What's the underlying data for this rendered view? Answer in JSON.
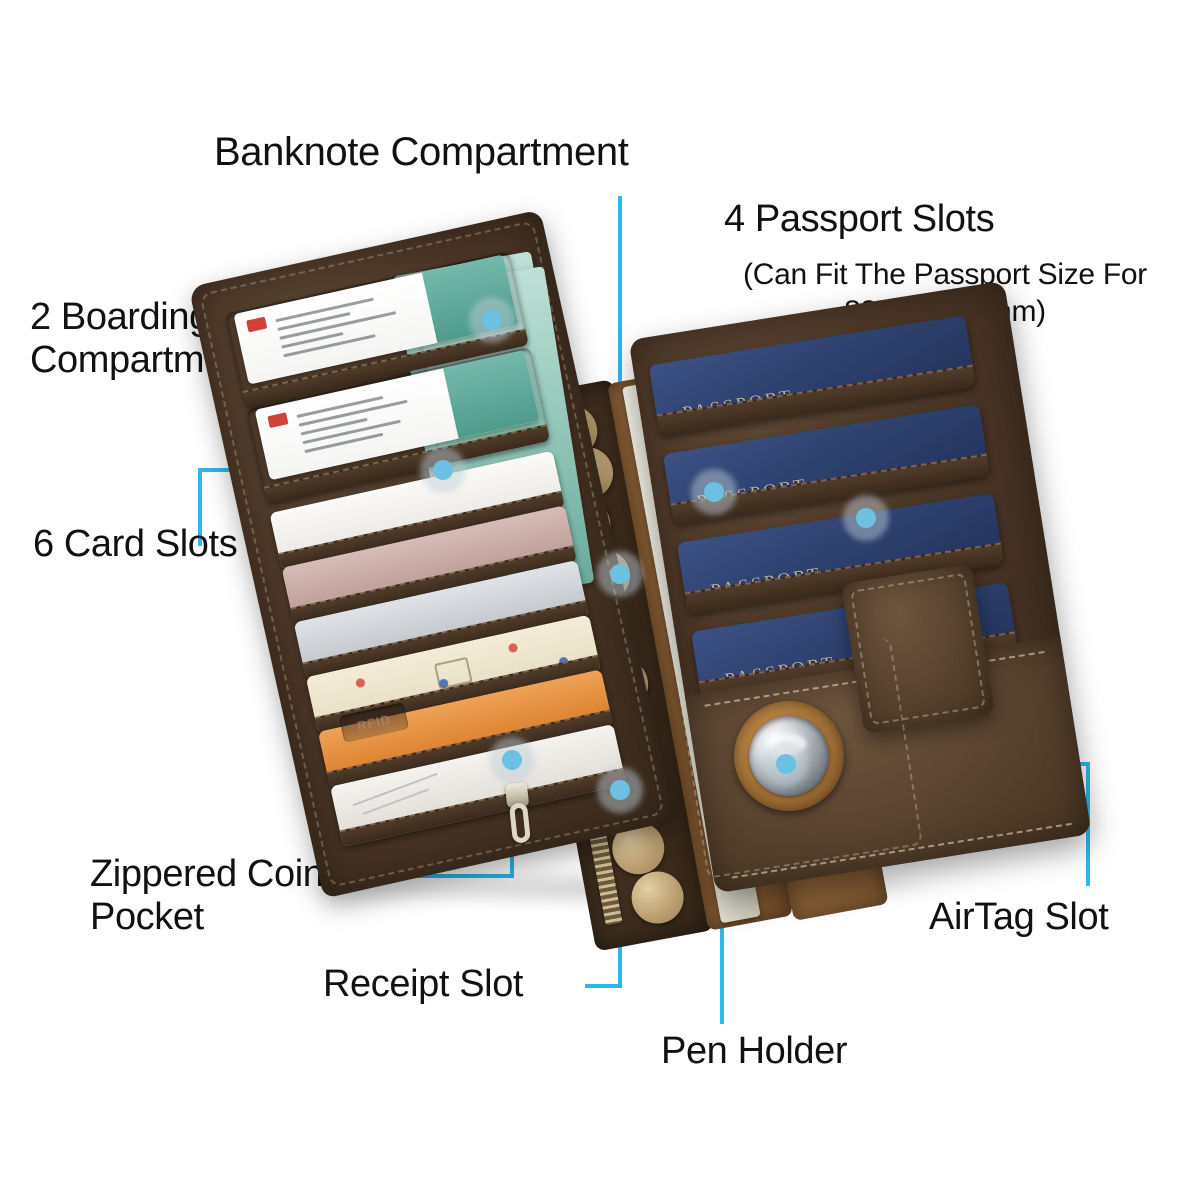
{
  "page": {
    "type": "product-feature-infographic",
    "product": "RFID leather passport travel wallet",
    "background_color": "#ffffff",
    "accent_color": "#22b6ee"
  },
  "callouts": [
    {
      "id": "banknote",
      "label": "Banknote Compartment",
      "position": "top-center"
    },
    {
      "id": "boarding-pass",
      "label": "2 Boarding Pass\nCompartments",
      "position": "left-upper"
    },
    {
      "id": "card-slots",
      "label": "6 Card Slots",
      "position": "left-middle"
    },
    {
      "id": "passport-slots",
      "label": "4 Passport Slots",
      "sublabel": "(Can Fit The Passport Size\nFor 88mm*125mm)",
      "position": "top-right"
    },
    {
      "id": "coin-pocket",
      "label": "Zippered Coin\nPocket",
      "position": "bottom-left"
    },
    {
      "id": "receipt-slot",
      "label": "Receipt Slot",
      "position": "bottom-center-left"
    },
    {
      "id": "pen-holder",
      "label": "Pen Holder",
      "position": "bottom-center"
    },
    {
      "id": "airtag-slot",
      "label": "AirTag Slot",
      "position": "bottom-right"
    }
  ],
  "product_details": {
    "emboss_text": "RFID",
    "passport_text": "PASSPORT",
    "passport_count": 4,
    "card_slot_count": 6,
    "boarding_pass_count": 2,
    "passport_fit_size": "88mm*125mm",
    "card_colors": [
      "#f2f0ec",
      "#c9a9a6",
      "#cfd2d6",
      "#efe6d2",
      "#e08a37",
      "#f0eee9"
    ],
    "passport_color": "#2e4270",
    "leather_color": "#4a3626",
    "suede_color": "#8a5f33",
    "coin_color": "#bda173"
  }
}
